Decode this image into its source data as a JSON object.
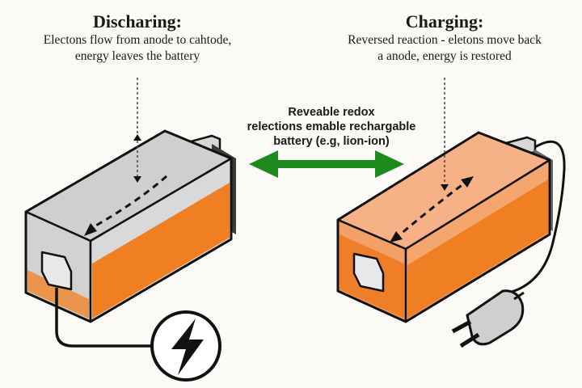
{
  "discharging": {
    "title": "Discharing:",
    "line1": "Electons flow from anode to cahtode,",
    "line2": "energy leaves the battery"
  },
  "charging": {
    "title": "Charging:",
    "line1": "Reversed reaction - eletons move back",
    "line2": "a anode, energy is restored"
  },
  "center": {
    "line1": "Reveable redox",
    "line2": "relections emable rechargable",
    "line3": "battery (e.g, lion-ion)"
  },
  "colors": {
    "electrolyte_orange": "#f07f24",
    "charged_orange": "#f5a26b",
    "arrow_green": "#1e8a1e",
    "casing_gray": "#c9c9c9",
    "outline": "#111111"
  },
  "icons": {
    "load": "lightning-bolt-icon",
    "charger": "power-plug-icon"
  }
}
